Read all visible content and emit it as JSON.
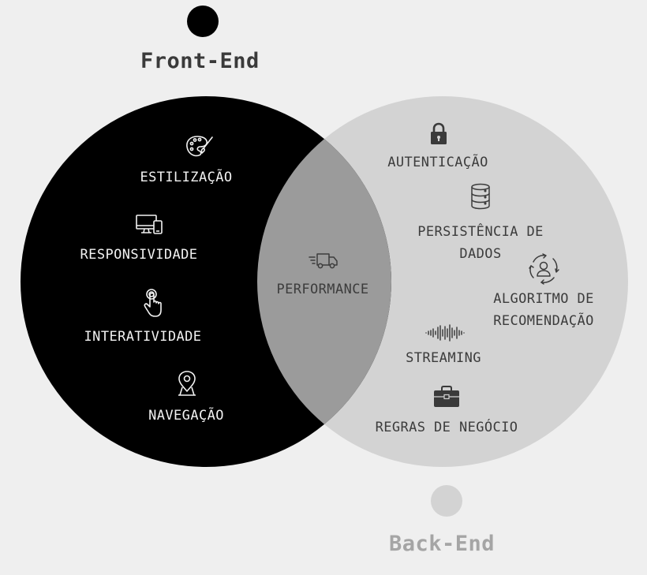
{
  "front_end": {
    "title": "Front-End",
    "color": "#000000",
    "items": [
      {
        "label": "ESTILIZAÇÃO",
        "icon": "palette-icon"
      },
      {
        "label": "RESPONSIVIDADE",
        "icon": "devices-icon"
      },
      {
        "label": "INTERATIVIDADE",
        "icon": "touch-icon"
      },
      {
        "label": "NAVEGAÇÃO",
        "icon": "map-pin-icon"
      }
    ]
  },
  "back_end": {
    "title": "Back-End",
    "color": "#d3d3d3",
    "items": [
      {
        "label": "AUTENTICAÇÃO",
        "icon": "lock-icon"
      },
      {
        "label_line1": "PERSISTÊNCIA DE",
        "label_line2": "DADOS",
        "icon": "database-icon"
      },
      {
        "label_line1": "ALGORITMO DE",
        "label_line2": "RECOMENDAÇÃO",
        "icon": "recommendation-icon"
      },
      {
        "label": "STREAMING",
        "icon": "waveform-icon"
      },
      {
        "label": "REGRAS DE NEGÓCIO",
        "icon": "briefcase-icon"
      }
    ]
  },
  "overlap": {
    "label": "PERFORMANCE",
    "icon": "delivery-truck-icon",
    "color": "#9b9b9b"
  }
}
